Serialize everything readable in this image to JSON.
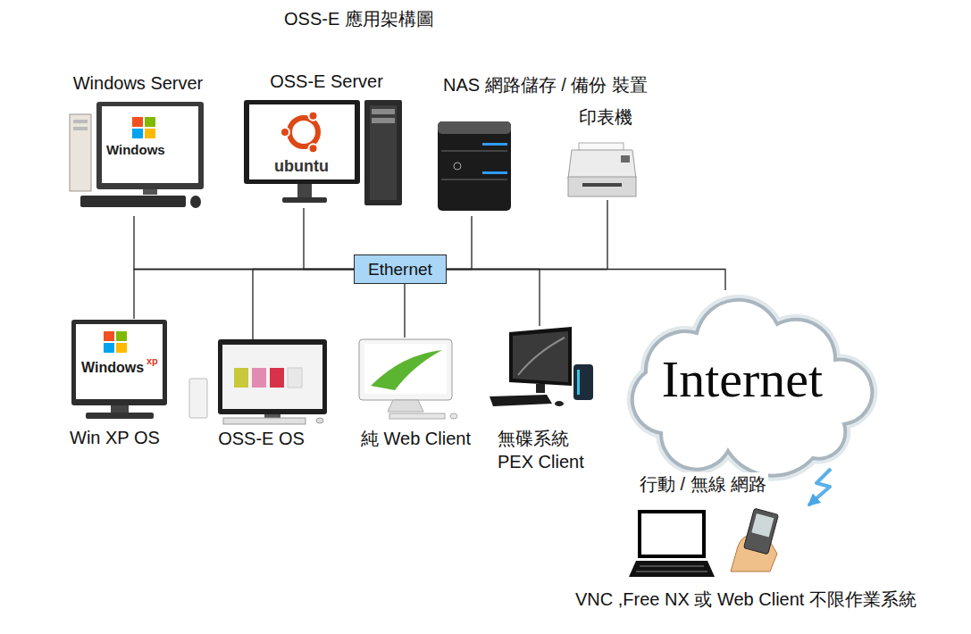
{
  "diagram": {
    "title": "OSS-E 應用架構圖",
    "nodes": [
      {
        "text": [
          "Windows Server"
        ]
      },
      {
        "text": [
          "OSS-E Server"
        ]
      },
      {
        "text": [
          "NAS 網路儲存 / 備份 裝置"
        ]
      },
      {
        "text": [
          "印表機"
        ]
      },
      {
        "text": [
          "Ethernet"
        ]
      },
      {
        "text": [
          "Win XP OS"
        ]
      },
      {
        "text": [
          "OSS-E OS"
        ]
      },
      {
        "text": [
          "純 Web Client"
        ]
      },
      {
        "text": [
          "無碟系統 PEX Client"
        ]
      },
      {
        "text": [
          "Internet"
        ]
      },
      {
        "text": [
          "VNC ,Free NX 或 Web Client 不限作業系統"
        ]
      }
    ],
    "edges": [
      {
        "from": 0,
        "to": 4,
        "arrow": "none"
      },
      {
        "from": 1,
        "to": 4,
        "arrow": "none"
      },
      {
        "from": 2,
        "to": 4,
        "arrow": "none"
      },
      {
        "from": 3,
        "to": 4,
        "arrow": "none"
      },
      {
        "from": 5,
        "to": 4,
        "arrow": "none"
      },
      {
        "from": 6,
        "to": 4,
        "arrow": "none"
      },
      {
        "from": 7,
        "to": 4,
        "arrow": "none"
      },
      {
        "from": 8,
        "to": 4,
        "arrow": "none"
      },
      {
        "from": 9,
        "to": 4,
        "arrow": "none"
      },
      {
        "from": 9,
        "to": 10,
        "label": "行動 / 無線 網路",
        "arrow": "to"
      }
    ],
    "labels": [
      "Windows",
      "ubuntu",
      "Windows",
      "xp"
    ]
  }
}
